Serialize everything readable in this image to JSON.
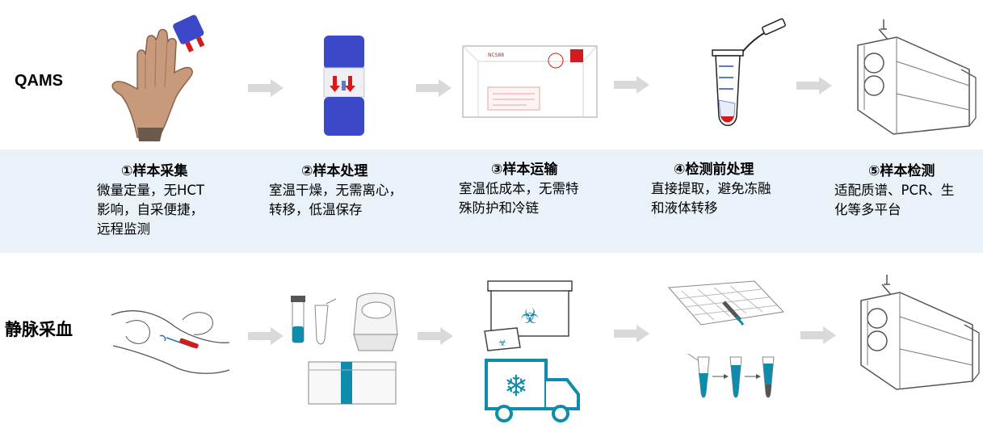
{
  "rows": {
    "top_label": "QAMS",
    "bottom_label": "静脉采血"
  },
  "steps": [
    {
      "title": "①样本采集",
      "desc": "微量定量，无HCT\n影响，自采便捷，\n远程监测"
    },
    {
      "title": "②样本处理",
      "desc": "室温干燥，无需离心，\n转移，低温保存"
    },
    {
      "title": "③样本运输",
      "desc": "室温低成本，无需特\n殊防护和冷链"
    },
    {
      "title": "④检测前处理",
      "desc": "直接提取，避免冻融\n和液体转移"
    },
    {
      "title": "⑤样本检测",
      "desc": "适配质谱、PCR、生\n化等多平台"
    }
  ],
  "colors": {
    "band": "#e9f1f9",
    "arrow": "#d9d9d9",
    "qams_blue": "#3b49c8",
    "red": "#d41b1b",
    "teal": "#0f8bab",
    "line_gray": "#9a9a9a"
  },
  "icons": {
    "top": [
      "hand-finger-prick-icon",
      "dried-sample-tube-icon",
      "mailing-envelope-icon",
      "microcentrifuge-tube-icon",
      "mass-spectrometer-icon"
    ],
    "bottom": [
      "venipuncture-arm-icon",
      "tube-centrifuge-freezer-icon",
      "biohazard-cold-chain-truck-icon",
      "plate-pipette-transfer-icon",
      "mass-spectrometer-icon"
    ]
  }
}
